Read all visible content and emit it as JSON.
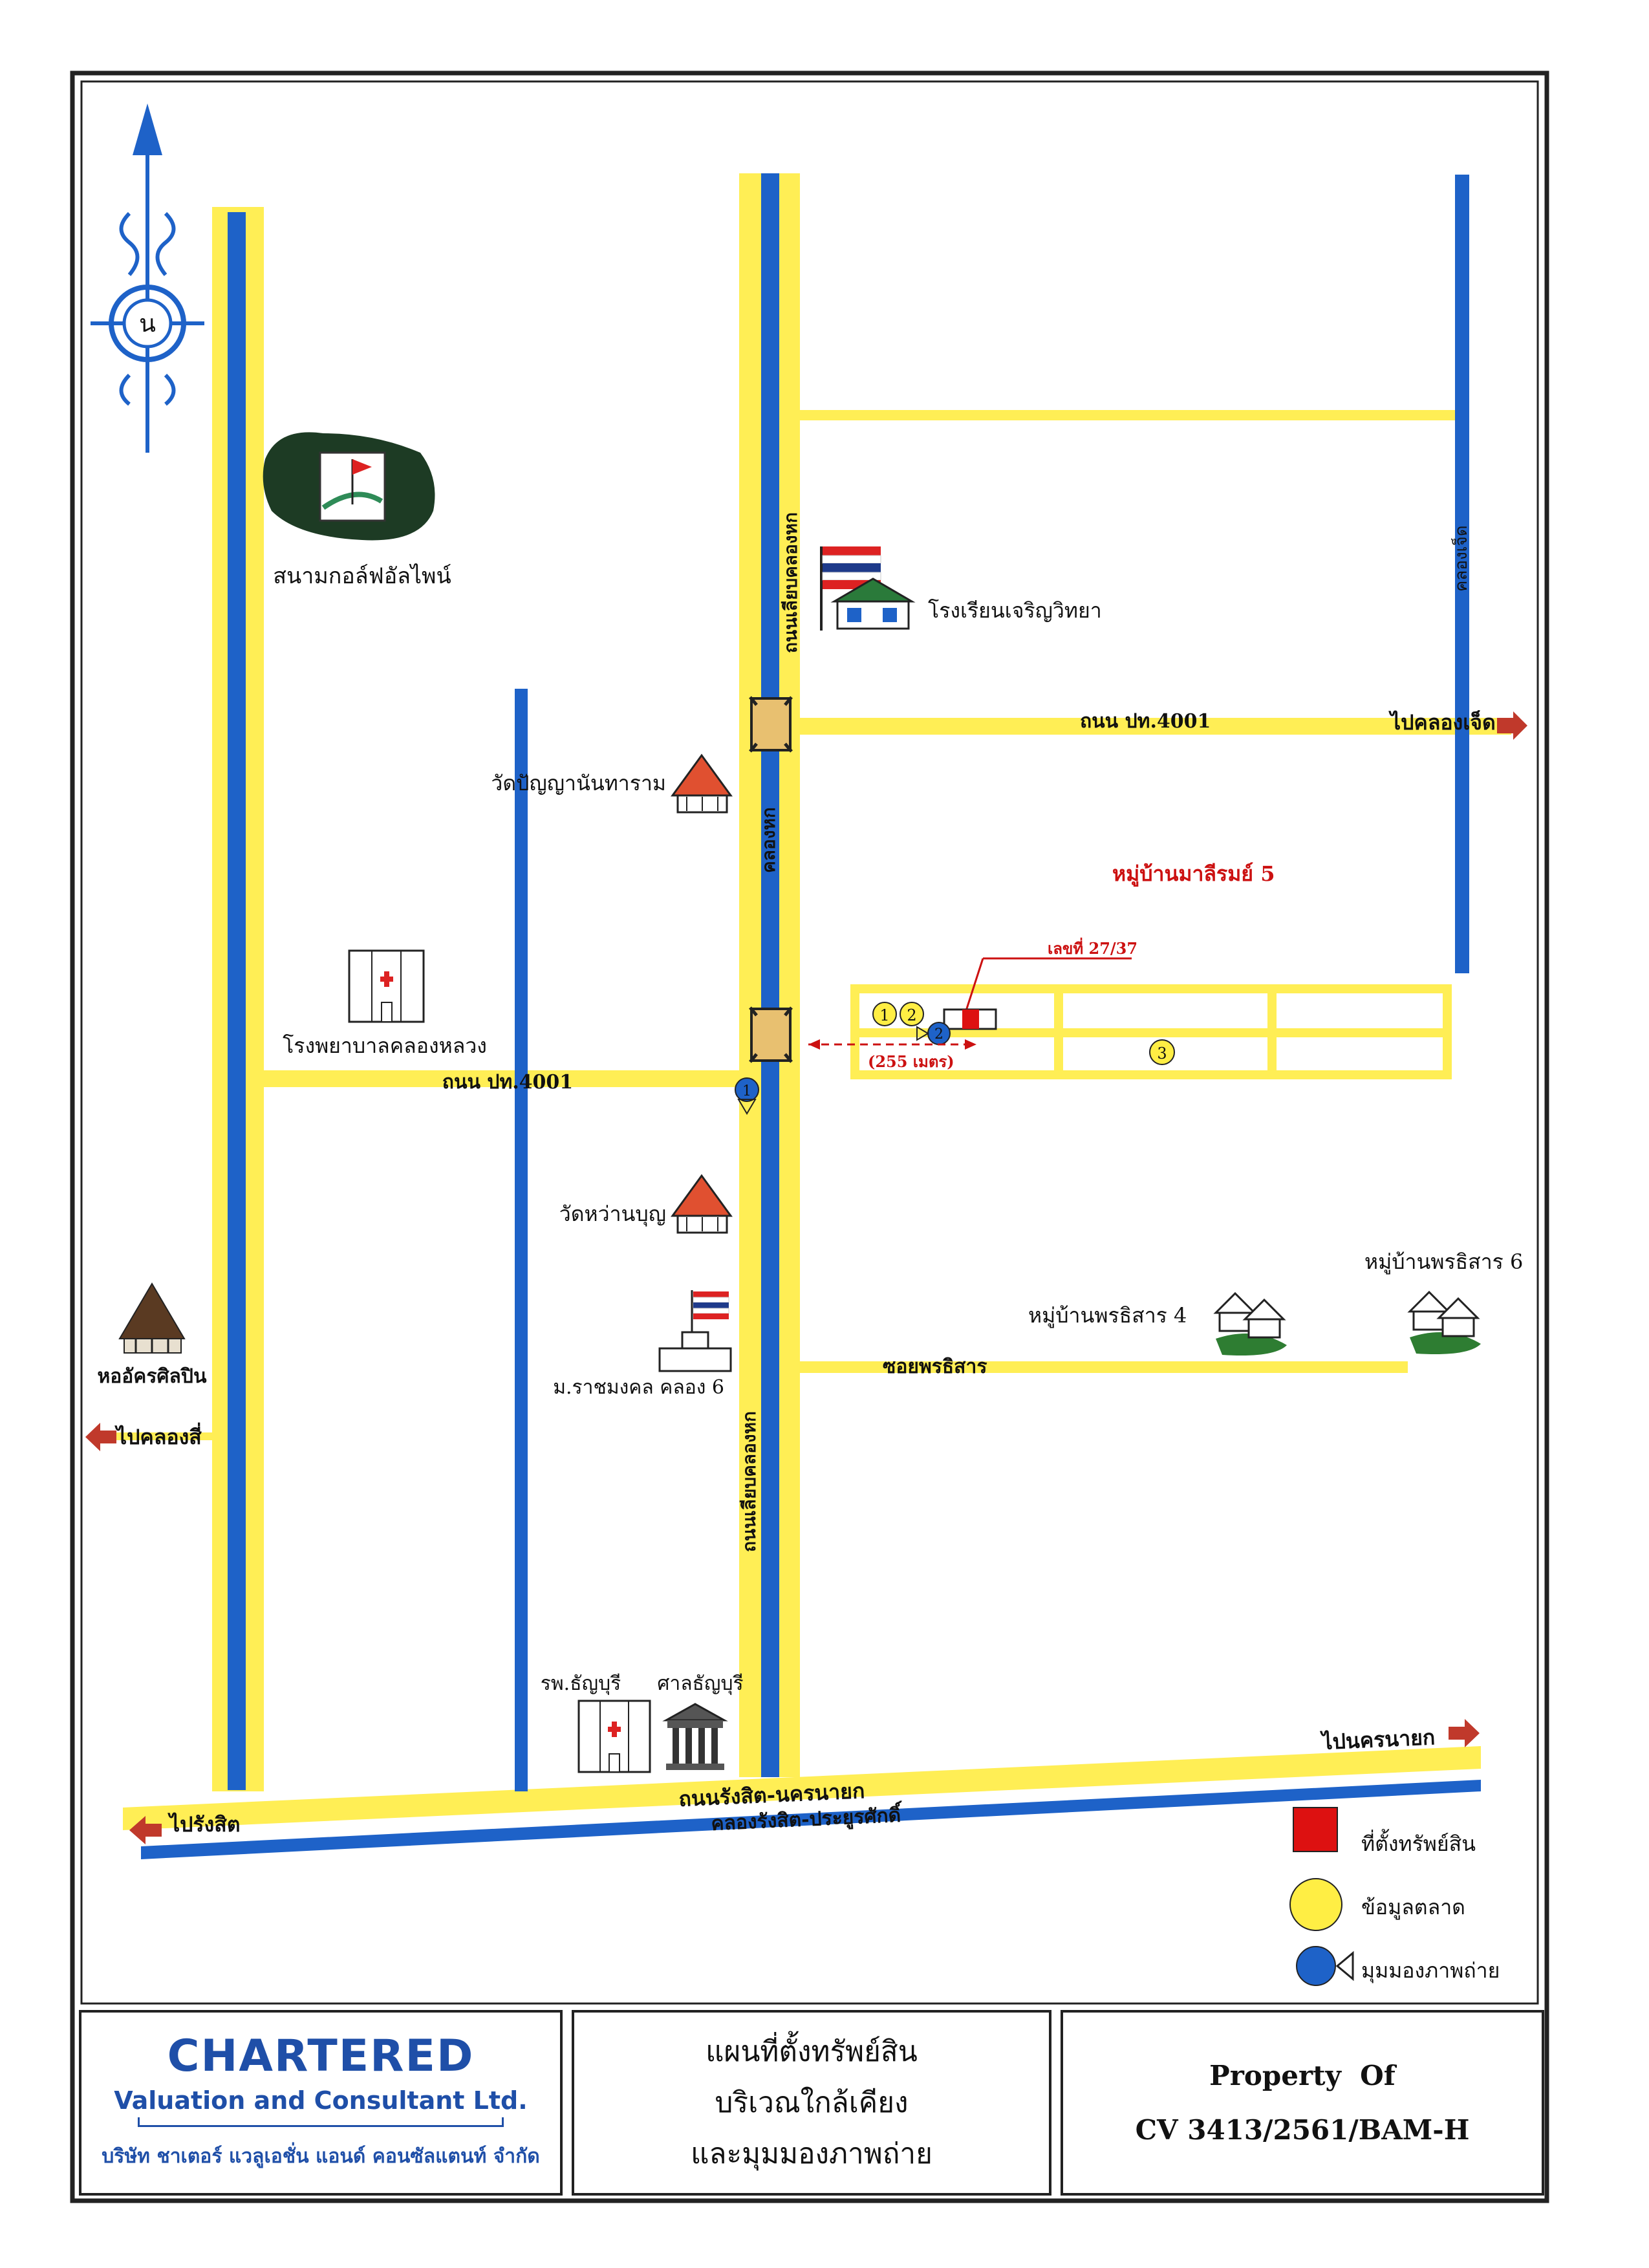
{
  "map": {
    "places": {
      "golf": "สนามกอล์ฟอัลไพน์",
      "school": "โรงเรียนเจริญวิทยา",
      "wat_panya": "วัดปัญญานันทาราม",
      "village_mali": "หมู่บ้านมาลีรมย์ 5",
      "hospital_klongluang": "โรงพยาบาลคลองหลวง",
      "wat_wanboon": "วัดหว่านบุญ",
      "rmutt": "ม.ราชมงคล คลอง 6",
      "art_hall": "หออัครศิลปิน",
      "village_ps4": "หมู่บ้านพรธิสาร 4",
      "village_ps6": "หมู่บ้านพรธิสาร 6",
      "hosp_thanyaburi": "รพ.ธัญบุรี",
      "court": "ศาลธัญบุรี"
    },
    "roads": {
      "klong_hok_upper": "ถนนเลียบคลองหก",
      "klong_hok_lower": "ถนนเลียบคลองหก",
      "canal_6": "คลองหก",
      "canal_7": "คลองเจ็ด",
      "pt4001_right": "ถนน ปท.4001",
      "pt4001_left": "ถนน ปท.4001",
      "soi_pornthisan": "ซอยพรธิสาร",
      "rangsit_nakhonnayok": "ถนนรังสิต-นครนายก",
      "canal_rangsit": "คลองรังสิต-ประยูรศักดิ์"
    },
    "directions": {
      "to_klong7": "ไปคลองเจ็ด",
      "to_klong4": "ไปคลองสี่",
      "to_rangsit": "ไปรังสิต",
      "to_nakhonnayok": "ไปนครนายก"
    },
    "property": {
      "number": "เลขที่ 27/37",
      "distance": "(255 เมตร)"
    },
    "markers": {
      "m1": "1",
      "m2": "2",
      "m3": "3",
      "v1": "1",
      "v2": "2"
    },
    "compass": {
      "letter": "น"
    },
    "legend": {
      "property_location": "ที่ตั้งทรัพย์สิน",
      "market_data": "ข้อมูลตลาด",
      "view_angle": "มุมมองภาพถ่าย"
    },
    "colors": {
      "road": "#ffee55",
      "canal": "#1e62c8",
      "property": "#dd1111",
      "market": "#ffee44",
      "view": "#1e62c8",
      "arrow": "#c0392b"
    }
  },
  "footer": {
    "company_name": "CHARTERED",
    "company_sub": "Valuation and Consultant Ltd.",
    "company_thai": "บริษัท ชาเตอร์ แวลูเอชั่น แอนด์ คอนซัลแตนท์ จำกัด",
    "title_line1": "แผนที่ตั้งทรัพย์สิน",
    "title_line2": "บริเวณใกล้เคียง",
    "title_line3": "และมุมมองภาพถ่าย",
    "property_of": "Property  Of",
    "ref": "CV 3413/2561/BAM-H"
  }
}
